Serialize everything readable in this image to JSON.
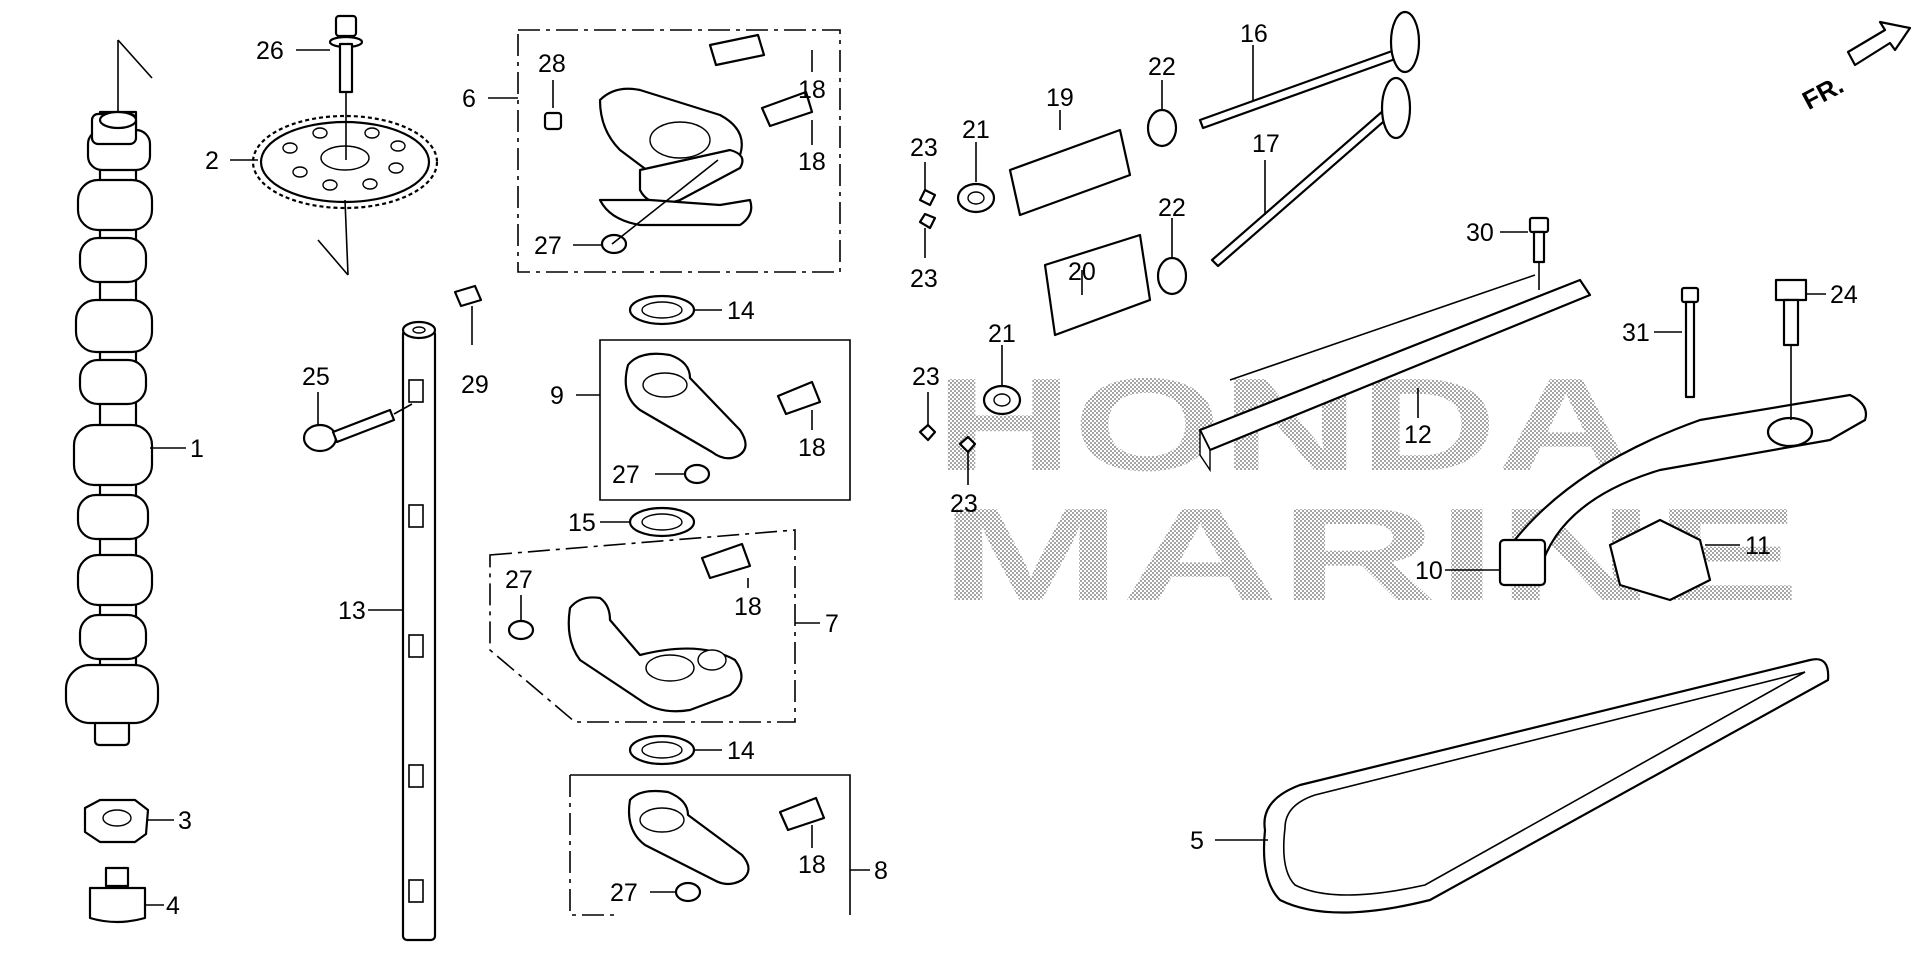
{
  "diagram": {
    "watermark": {
      "line1": "HONDA",
      "line2": "MARINE"
    },
    "direction_marker": "FR.",
    "callouts": [
      {
        "id": "c1",
        "text": "1"
      },
      {
        "id": "c2",
        "text": "2"
      },
      {
        "id": "c3",
        "text": "3"
      },
      {
        "id": "c4",
        "text": "4"
      },
      {
        "id": "c5",
        "text": "5"
      },
      {
        "id": "c6",
        "text": "6"
      },
      {
        "id": "c7",
        "text": "7"
      },
      {
        "id": "c8",
        "text": "8"
      },
      {
        "id": "c9",
        "text": "9"
      },
      {
        "id": "c10",
        "text": "10"
      },
      {
        "id": "c11",
        "text": "11"
      },
      {
        "id": "c12",
        "text": "12"
      },
      {
        "id": "c13",
        "text": "13"
      },
      {
        "id": "c14a",
        "text": "14"
      },
      {
        "id": "c14b",
        "text": "14"
      },
      {
        "id": "c15",
        "text": "15"
      },
      {
        "id": "c16",
        "text": "16"
      },
      {
        "id": "c17",
        "text": "17"
      },
      {
        "id": "c18a",
        "text": "18"
      },
      {
        "id": "c18b",
        "text": "18"
      },
      {
        "id": "c18c",
        "text": "18"
      },
      {
        "id": "c18d",
        "text": "18"
      },
      {
        "id": "c18e",
        "text": "18"
      },
      {
        "id": "c19",
        "text": "19"
      },
      {
        "id": "c20",
        "text": "20"
      },
      {
        "id": "c21a",
        "text": "21"
      },
      {
        "id": "c21b",
        "text": "21"
      },
      {
        "id": "c22a",
        "text": "22"
      },
      {
        "id": "c22b",
        "text": "22"
      },
      {
        "id": "c23a",
        "text": "23"
      },
      {
        "id": "c23b",
        "text": "23"
      },
      {
        "id": "c23c",
        "text": "23"
      },
      {
        "id": "c23d",
        "text": "23"
      },
      {
        "id": "c24",
        "text": "24"
      },
      {
        "id": "c25",
        "text": "25"
      },
      {
        "id": "c26",
        "text": "26"
      },
      {
        "id": "c27a",
        "text": "27"
      },
      {
        "id": "c27b",
        "text": "27"
      },
      {
        "id": "c27c",
        "text": "27"
      },
      {
        "id": "c27d",
        "text": "27"
      },
      {
        "id": "c28",
        "text": "28"
      },
      {
        "id": "c29",
        "text": "29"
      },
      {
        "id": "c30",
        "text": "30"
      },
      {
        "id": "c31",
        "text": "31"
      }
    ]
  }
}
